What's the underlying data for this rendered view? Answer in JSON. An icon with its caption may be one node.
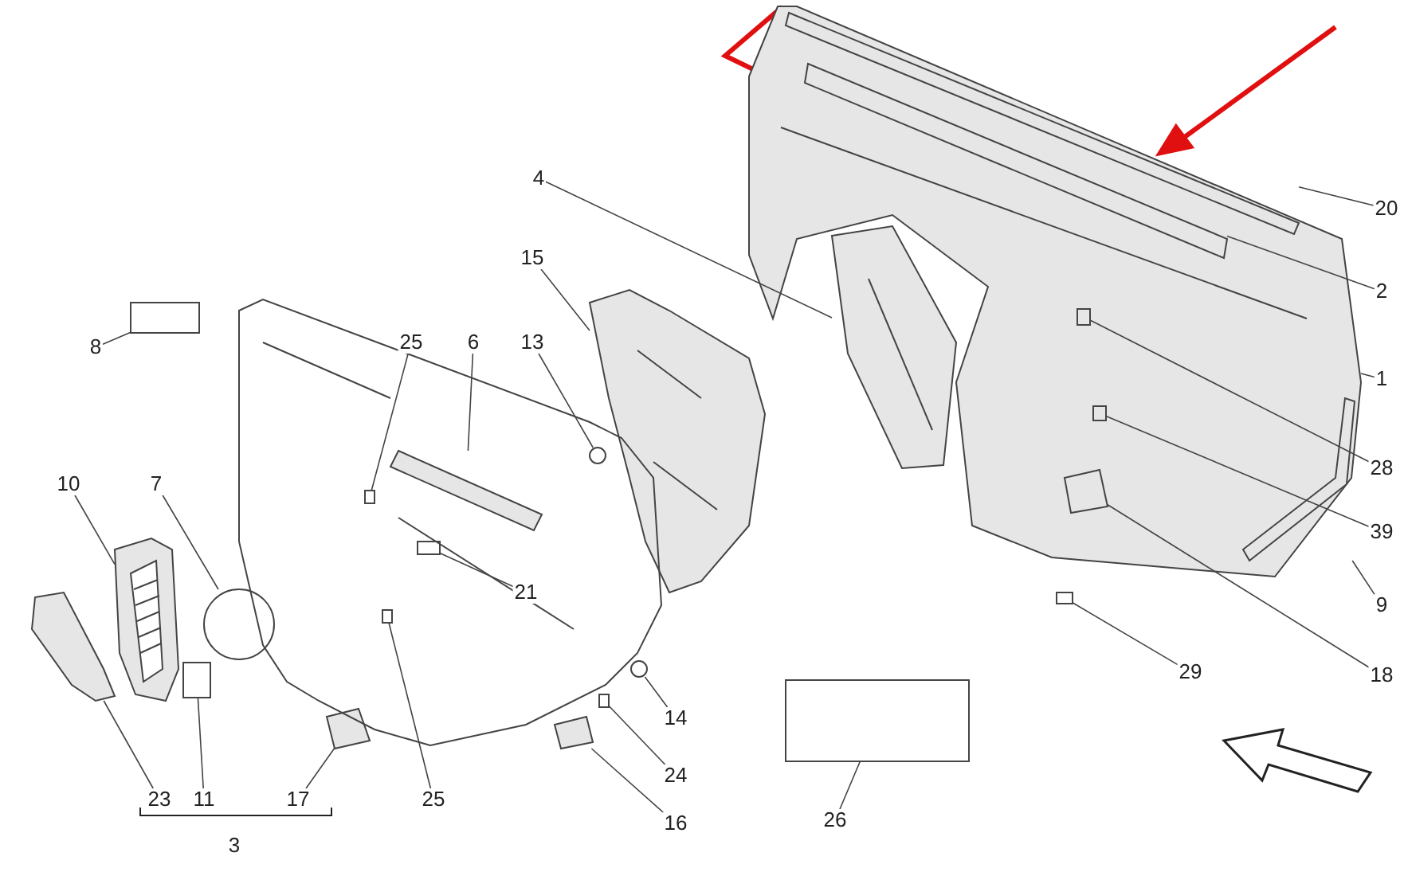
{
  "diagram": {
    "nodes": [
      {
        "text": [
          "20"
        ]
      },
      {
        "text": [
          "2"
        ]
      },
      {
        "text": [
          "4"
        ]
      },
      {
        "text": [
          "15"
        ]
      },
      {
        "text": [
          "8"
        ]
      },
      {
        "text": [
          "25"
        ]
      },
      {
        "text": [
          "6"
        ]
      },
      {
        "text": [
          "13"
        ]
      },
      {
        "text": [
          "1"
        ]
      },
      {
        "text": [
          "10"
        ]
      },
      {
        "text": [
          "7"
        ]
      },
      {
        "text": [
          "21"
        ]
      },
      {
        "text": [
          "28"
        ]
      },
      {
        "text": [
          "39"
        ]
      },
      {
        "text": [
          "9"
        ]
      },
      {
        "text": [
          "29"
        ]
      },
      {
        "text": [
          "18"
        ]
      },
      {
        "text": [
          "14"
        ]
      },
      {
        "text": [
          "24"
        ]
      },
      {
        "text": [
          "23"
        ]
      },
      {
        "text": [
          "11"
        ]
      },
      {
        "text": [
          "17"
        ]
      },
      {
        "text": [
          "25"
        ]
      },
      {
        "text": [
          "16"
        ]
      },
      {
        "text": [
          "26"
        ]
      },
      {
        "text": [],
        "shape": "picture",
        "in": 33
      },
      {
        "text": [],
        "shape": "picture",
        "in": 33
      },
      {
        "text": [],
        "shape": "picture",
        "in": 33
      },
      {
        "text": [],
        "shape": "picture"
      },
      {
        "text": [],
        "shape": "box"
      },
      {
        "text": [],
        "shape": "box"
      },
      {
        "text": [],
        "shape": "picture"
      },
      {
        "text": [],
        "shape": "circle",
        "in": 28
      },
      {
        "text": [],
        "shape": "picture"
      },
      {
        "text": [],
        "shape": "picture"
      },
      {
        "text": [],
        "shape": "circle"
      },
      {
        "text": [],
        "shape": "box"
      },
      {
        "text": [],
        "shape": "box",
        "in": 33
      },
      {
        "text": [],
        "shape": "box",
        "in": 33
      },
      {
        "text": [],
        "shape": "picture",
        "in": 33
      },
      {
        "text": [],
        "shape": "box"
      },
      {
        "text": [],
        "shape": "picture",
        "in": 33
      },
      {
        "text": [],
        "shape": "circle"
      },
      {
        "text": [],
        "shape": "box"
      },
      {
        "text": [],
        "shape": "picture"
      },
      {
        "text": [],
        "shape": "box"
      },
      {
        "text": [],
        "shape": "picture"
      },
      {
        "text": [],
        "shape": "box"
      },
      {
        "text": [],
        "shape": "picture"
      },
      {
        "text": [],
        "shape": "box"
      }
    ],
    "edges": [
      {
        "from": 0,
        "to": 25,
        "arrow": "none"
      },
      {
        "from": 1,
        "to": 26,
        "arrow": "none"
      },
      {
        "from": 2,
        "to": 27,
        "arrow": "none"
      },
      {
        "from": 3,
        "to": 28,
        "arrow": "none"
      },
      {
        "from": 4,
        "to": 29,
        "arrow": "none"
      },
      {
        "from": 5,
        "to": 30,
        "arrow": "none"
      },
      {
        "from": 6,
        "to": 31,
        "arrow": "none"
      },
      {
        "from": 7,
        "to": 32,
        "arrow": "none"
      },
      {
        "from": 8,
        "to": 33,
        "arrow": "none"
      },
      {
        "from": 9,
        "to": 34,
        "arrow": "none"
      },
      {
        "from": 10,
        "to": 35,
        "arrow": "none"
      },
      {
        "from": 11,
        "to": 36,
        "arrow": "none"
      },
      {
        "from": 12,
        "to": 37,
        "arrow": "none"
      },
      {
        "from": 13,
        "to": 38,
        "arrow": "none"
      },
      {
        "from": 14,
        "to": 39,
        "arrow": "none"
      },
      {
        "from": 15,
        "to": 40,
        "arrow": "none"
      },
      {
        "from": 16,
        "to": 41,
        "arrow": "none"
      },
      {
        "from": 17,
        "to": 42,
        "arrow": "none"
      },
      {
        "from": 18,
        "to": 43,
        "arrow": "none"
      },
      {
        "from": 19,
        "to": 44,
        "arrow": "none"
      },
      {
        "from": 20,
        "to": 45,
        "arrow": "none"
      },
      {
        "from": 21,
        "to": 46,
        "arrow": "none"
      },
      {
        "from": 22,
        "to": 47,
        "arrow": "none"
      },
      {
        "from": 23,
        "to": 48,
        "arrow": "none"
      },
      {
        "from": 24,
        "to": 49,
        "arrow": "none"
      }
    ],
    "labels": [
      "3"
    ]
  }
}
